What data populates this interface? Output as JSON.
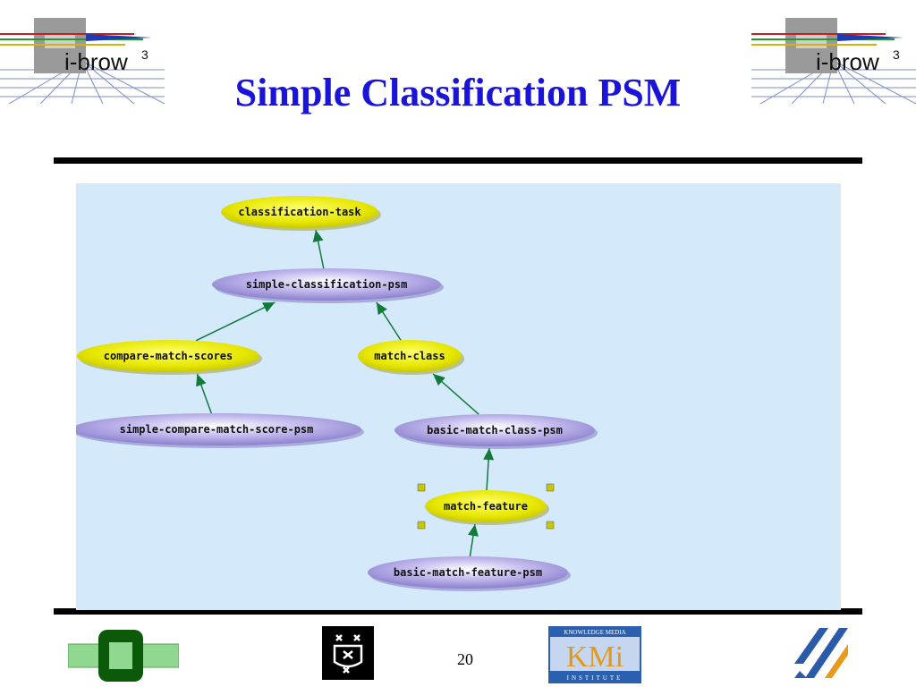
{
  "title": "Simple Classification PSM",
  "logo_text": "i-brow",
  "logo_sup": "3",
  "page_number": "20",
  "kmi_logo": {
    "top": "KNOWLEDGE MEDIA",
    "main": "KMi",
    "bottom": "INSTITUTE"
  },
  "colors": {
    "title": "#1a14d8",
    "panel": "#d4e9fa",
    "task_node": "#e6e600",
    "psm_node": "#a59ad8",
    "edge": "#107a3a"
  },
  "diagram": {
    "nodes": [
      {
        "id": "classification-task",
        "label": "classification-task",
        "kind": "task"
      },
      {
        "id": "simple-classification-psm",
        "label": "simple-classification-psm",
        "kind": "psm"
      },
      {
        "id": "compare-match-scores",
        "label": "compare-match-scores",
        "kind": "task"
      },
      {
        "id": "match-class",
        "label": "match-class",
        "kind": "task"
      },
      {
        "id": "simple-compare-match-score-psm",
        "label": "simple-compare-match-score-psm",
        "kind": "psm"
      },
      {
        "id": "basic-match-class-psm",
        "label": "basic-match-class-psm",
        "kind": "psm"
      },
      {
        "id": "match-feature",
        "label": "match-feature",
        "kind": "task",
        "selected": true
      },
      {
        "id": "basic-match-feature-psm",
        "label": "basic-match-feature-psm",
        "kind": "psm"
      }
    ],
    "edges": [
      {
        "from": "simple-classification-psm",
        "to": "classification-task"
      },
      {
        "from": "compare-match-scores",
        "to": "simple-classification-psm"
      },
      {
        "from": "match-class",
        "to": "simple-classification-psm"
      },
      {
        "from": "simple-compare-match-score-psm",
        "to": "compare-match-scores"
      },
      {
        "from": "basic-match-class-psm",
        "to": "match-class"
      },
      {
        "from": "match-feature",
        "to": "basic-match-class-psm"
      },
      {
        "from": "basic-match-feature-psm",
        "to": "match-feature"
      }
    ]
  }
}
